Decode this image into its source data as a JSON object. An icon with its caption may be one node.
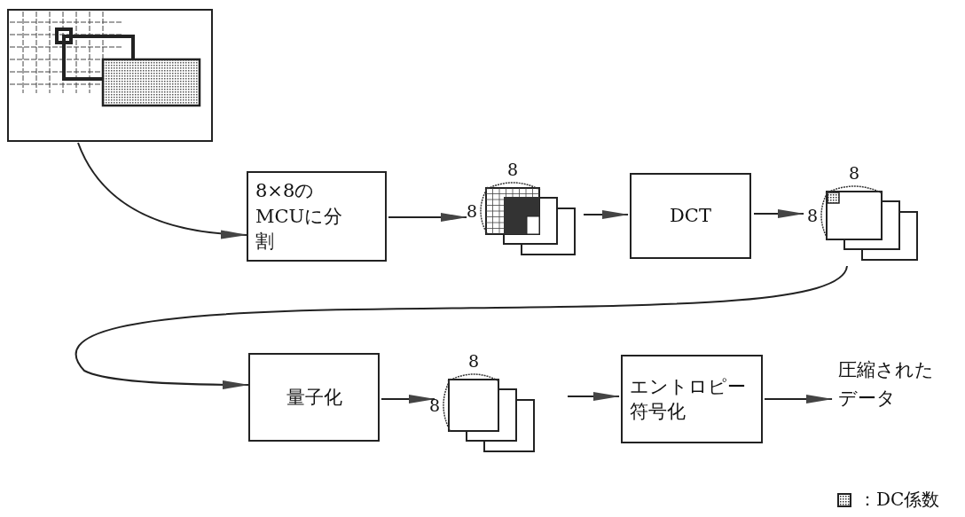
{
  "diagram": {
    "nodes": [
      {
        "text": [],
        "shape": "picture"
      },
      {
        "text": [
          "8×8のMCUに分割"
        ]
      },
      {
        "text": [],
        "shape": "picture",
        "beside": [
          "8",
          "8"
        ]
      },
      {
        "text": [
          "DCT"
        ]
      },
      {
        "text": [],
        "shape": "picture",
        "beside": [
          "8",
          "8"
        ]
      },
      {
        "text": [
          "量子化"
        ]
      },
      {
        "text": [],
        "shape": "picture",
        "beside": [
          "8",
          "8"
        ]
      },
      {
        "text": [
          "エントロピー符号化"
        ]
      },
      {
        "text": [
          "圧縮されたデータ"
        ]
      }
    ],
    "edges": [
      {
        "from": 0,
        "to": 1,
        "arrow": "to"
      },
      {
        "from": 1,
        "to": 2,
        "arrow": "to"
      },
      {
        "from": 2,
        "to": 3,
        "arrow": "to"
      },
      {
        "from": 3,
        "to": 4,
        "arrow": "to"
      },
      {
        "from": 4,
        "to": 5,
        "arrow": "to"
      },
      {
        "from": 5,
        "to": 6,
        "arrow": "to"
      },
      {
        "from": 6,
        "to": 7,
        "arrow": "to"
      },
      {
        "from": 7,
        "to": 8,
        "arrow": "to"
      }
    ],
    "legend": [
      {
        "text": "：DC係数"
      }
    ]
  }
}
